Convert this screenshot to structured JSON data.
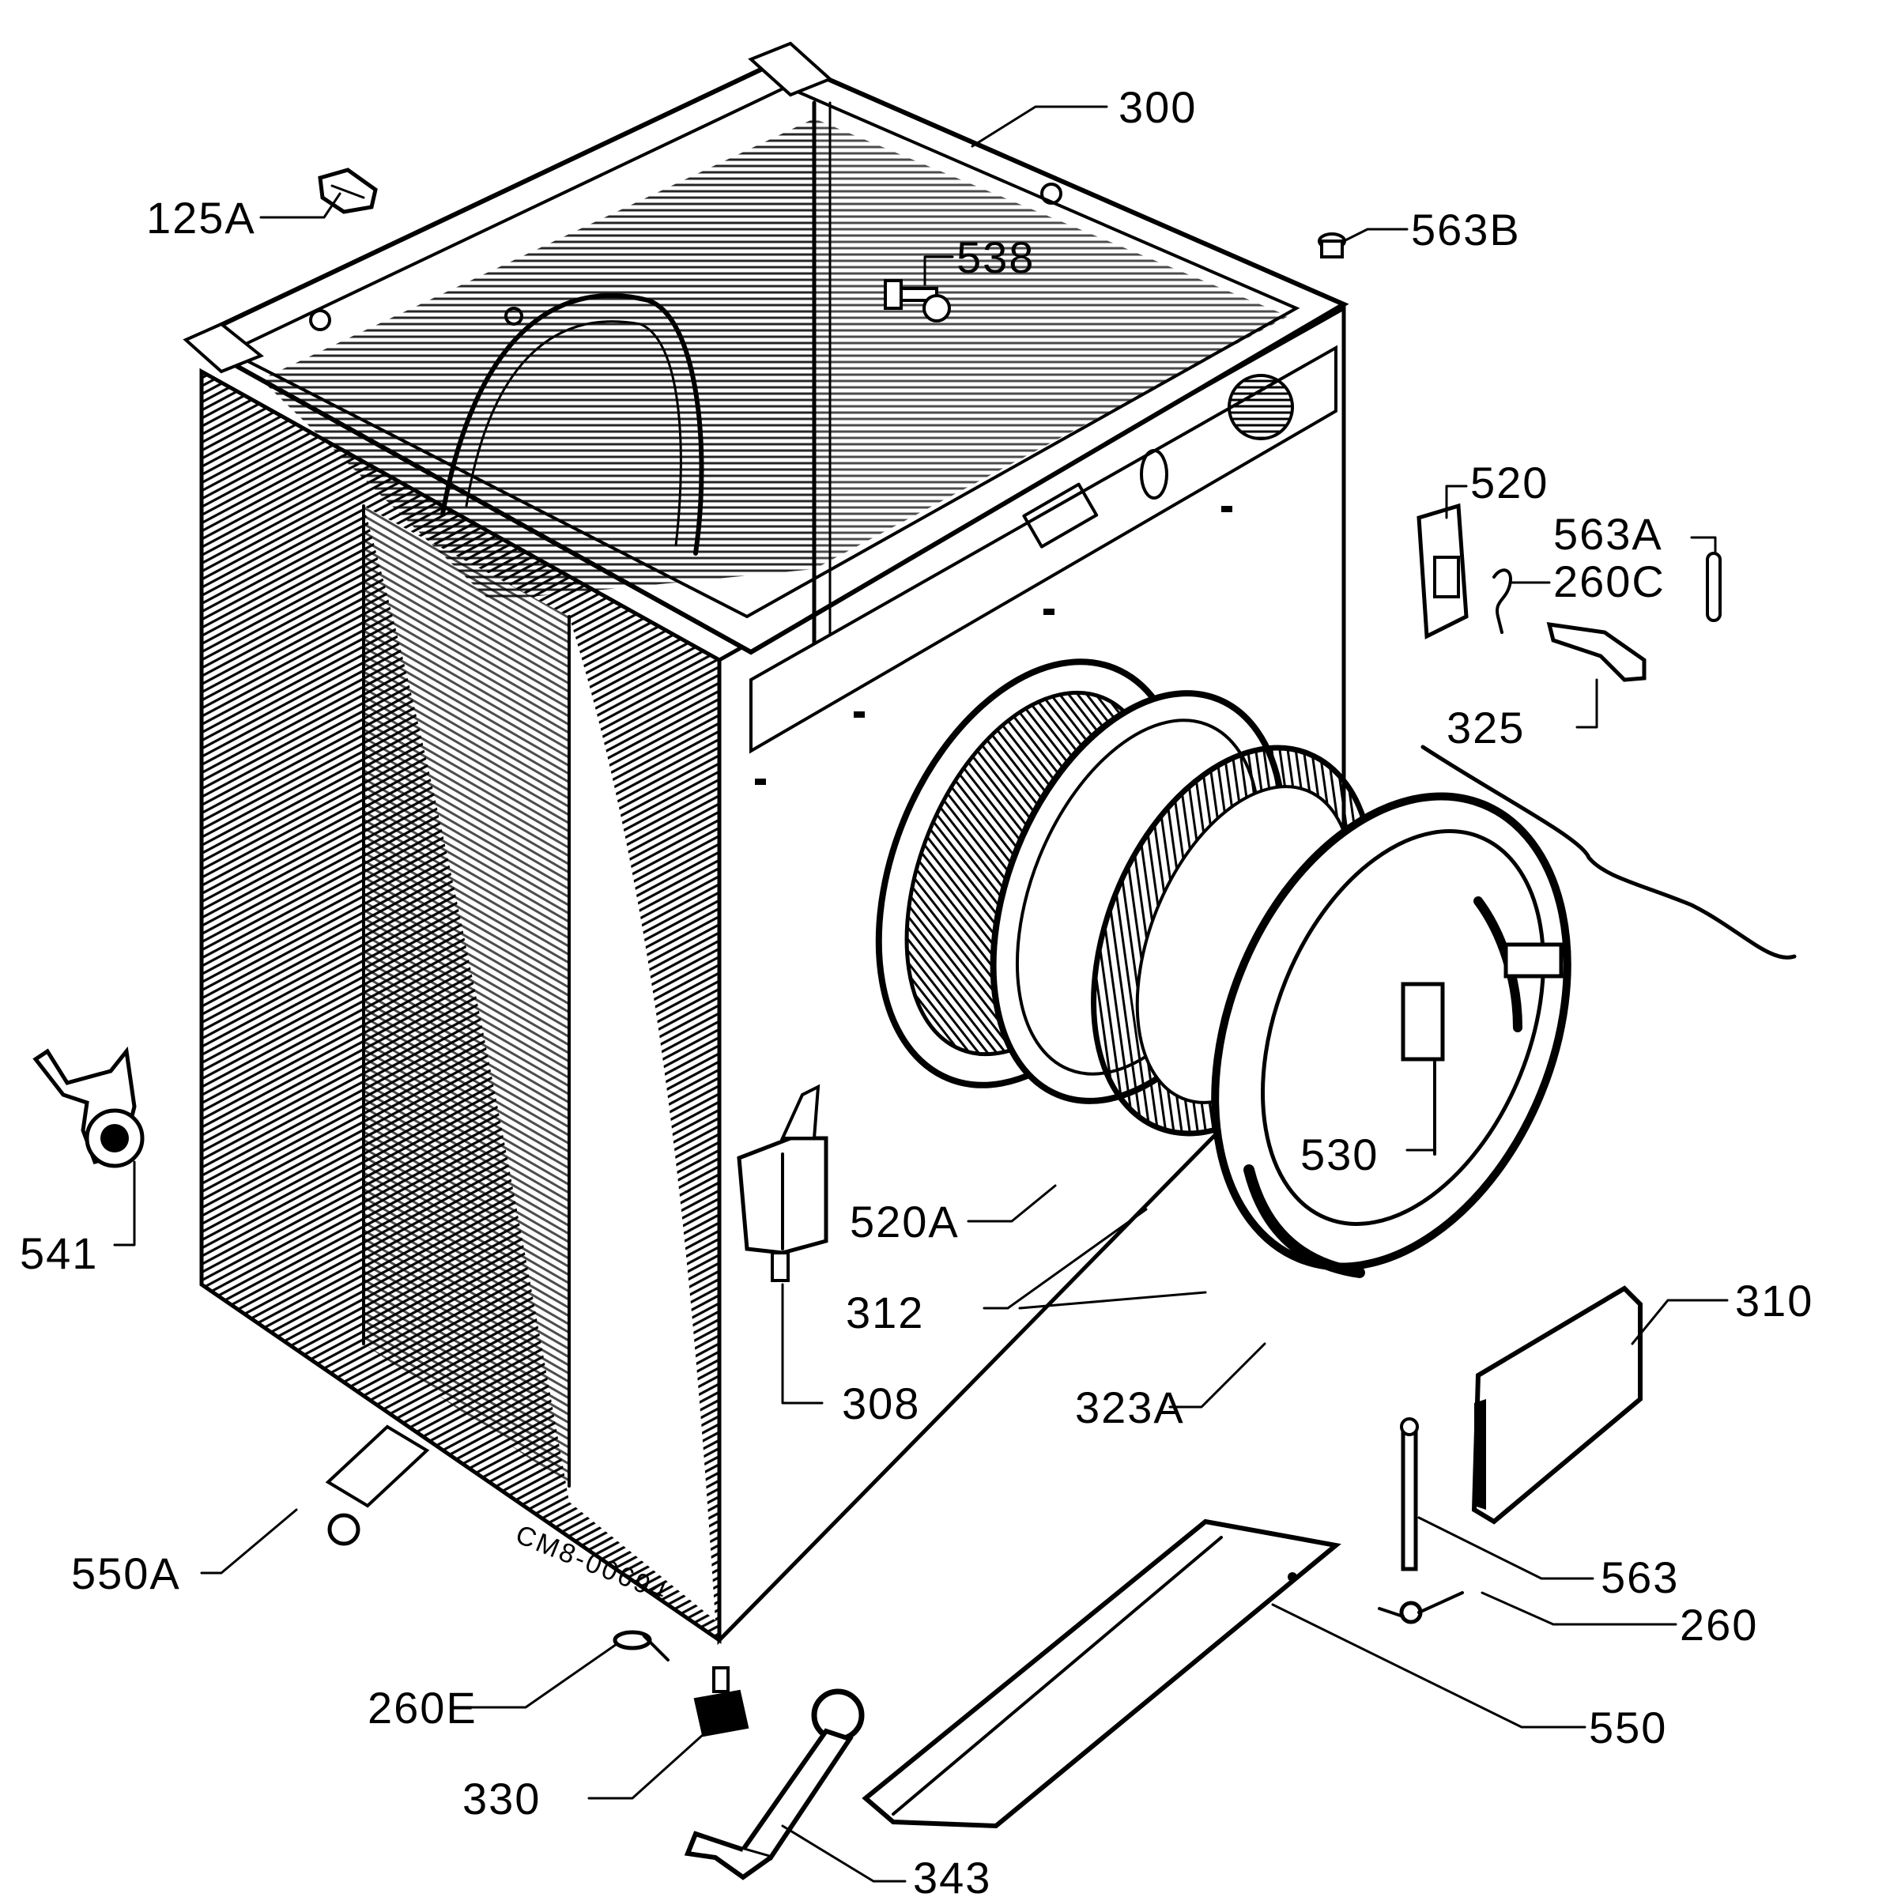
{
  "diagram": {
    "stamp": "CM8-00694",
    "labels": {
      "l300": "300",
      "l125a": "125A",
      "l538": "538",
      "l563b": "563B",
      "l520": "520",
      "l563a": "563A",
      "l260c": "260C",
      "l325": "325",
      "l541": "541",
      "l530": "530",
      "l520a": "520A",
      "l312": "312",
      "l310": "310",
      "l308": "308",
      "l323a": "323A",
      "l563": "563",
      "l260": "260",
      "l550a": "550A",
      "l550": "550",
      "l260e": "260E",
      "l330": "330",
      "l343": "343"
    }
  }
}
